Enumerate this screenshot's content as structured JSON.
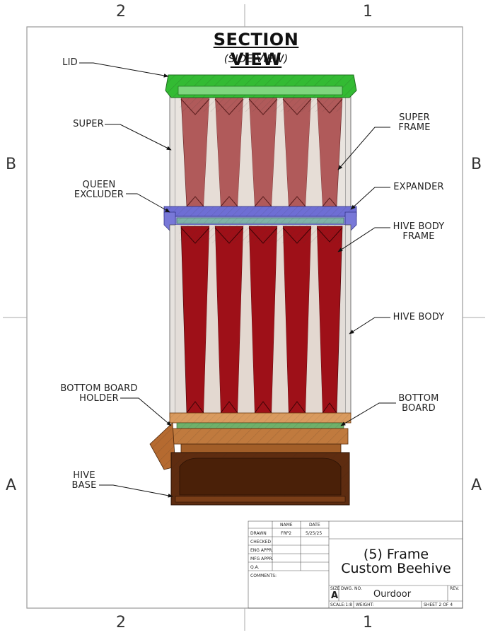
{
  "zones": {
    "top_left": "2",
    "top_right": "1",
    "bottom_left": "2",
    "bottom_right": "1",
    "left_upper": "B",
    "left_lower": "A",
    "right_upper": "B",
    "right_lower": "A"
  },
  "title": "SECTION VIEW",
  "subtitle": "(SIDE VIEW)",
  "callouts": {
    "lid": "LID",
    "super": "SUPER",
    "queen_excluder": [
      "QUEEN",
      "EXCLUDER"
    ],
    "bottom_board_holder": [
      "BOTTOM BOARD",
      "HOLDER"
    ],
    "hive_base": [
      "HIVE",
      "BASE"
    ],
    "super_frame": [
      "SUPER",
      "FRAME"
    ],
    "expander": "EXPANDER",
    "hive_body_frame": [
      "HIVE BODY",
      "FRAME"
    ],
    "hive_body": "HIVE BODY",
    "bottom_board": [
      "BOTTOM",
      "BOARD"
    ]
  },
  "title_block": {
    "col_name": "NAME",
    "col_date": "DATE",
    "drawn_label": "DRAWN",
    "drawn_name": "FRP2",
    "drawn_date": "5/25/25",
    "checked": "CHECKED",
    "eng_appr": "ENG APPR.",
    "mfg_appr": "MFG APPR.",
    "qa": "Q.A.",
    "comments": "COMMENTS:",
    "drawing_title": [
      "(5) Frame",
      "Custom Beehive"
    ],
    "size_label": "SIZE",
    "size_value": "A",
    "dwg_no_label": "DWG. NO.",
    "dwg_no": "Ourdoor",
    "rev_label": "REV.",
    "scale": "SCALE:1:8",
    "weight": "WEIGHT:",
    "sheet": "SHEET 2 OF 4"
  },
  "colors": {
    "lid": "#2eb82e",
    "super_frame": "#a85050",
    "hive_frame": "#9a0f14",
    "excluder": "#6b6bd0",
    "bottom_board": "#c8854a",
    "base": "#5a2a10",
    "wall": "#d8d4d0"
  }
}
